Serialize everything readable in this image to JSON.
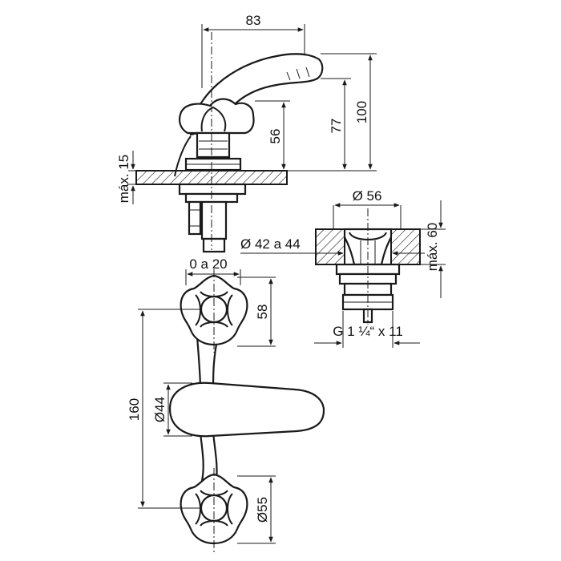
{
  "labels": {
    "width_83": "83",
    "height_100": "100",
    "height_77": "77",
    "height_56": "56",
    "max_15": "máx. 15",
    "diam_56": "Ø 56",
    "max_60": "máx. 60",
    "diam_42_44": "Ø 42 a 44",
    "range_0_20": "0 a 20",
    "thread": "G 1 ¼“ x 11",
    "dim_58": "58",
    "dim_160": "160",
    "diam_44": "Ø44",
    "diam_55": "Ø55"
  }
}
